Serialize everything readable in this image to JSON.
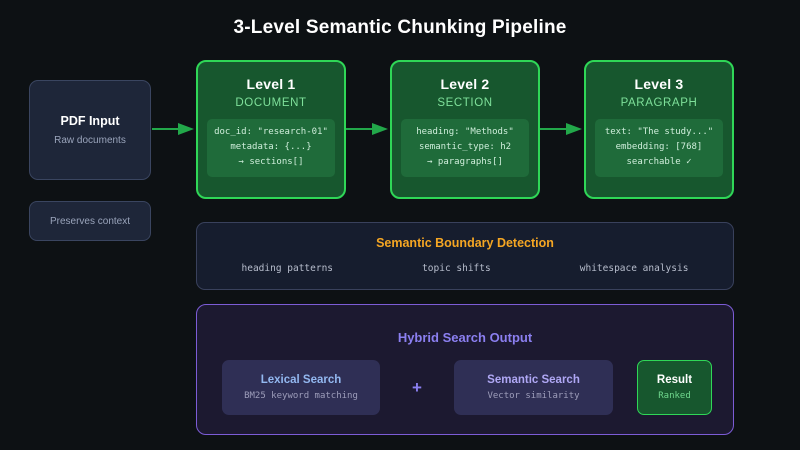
{
  "title": "3-Level Semantic Chunking Pipeline",
  "input": {
    "title": "PDF Input",
    "subtitle": "Raw documents",
    "note": "Preserves context"
  },
  "levels": [
    {
      "title": "Level 1",
      "subtitle": "DOCUMENT",
      "code": [
        "doc_id: \"research-01\"",
        "metadata: {...}",
        "→ sections[]"
      ]
    },
    {
      "title": "Level 2",
      "subtitle": "SECTION",
      "code": [
        "heading: \"Methods\"",
        "semantic_type: h2",
        "→ paragraphs[]"
      ]
    },
    {
      "title": "Level 3",
      "subtitle": "PARAGRAPH",
      "code": [
        "text: \"The study...\"",
        "embedding: [768]",
        "searchable ✓"
      ]
    }
  ],
  "boundary": {
    "title": "Semantic Boundary Detection",
    "items": [
      "heading patterns",
      "topic shifts",
      "whitespace analysis"
    ]
  },
  "hybrid": {
    "title": "Hybrid Search Output",
    "separator": "+",
    "cards": [
      {
        "title": "Lexical Search",
        "subtitle": "BM25 keyword matching"
      },
      {
        "title": "Semantic Search",
        "subtitle": "Vector similarity"
      }
    ],
    "result": {
      "title": "Result",
      "subtitle": "Ranked"
    }
  },
  "colors": {
    "background": "#0d1114",
    "level_accent": "#2fd757",
    "level_fill": "#17572e",
    "boundary_accent": "#f5a623",
    "hybrid_accent": "#7c5cd6",
    "input_fill": "#1e2639",
    "arrow": "#22a84a"
  }
}
